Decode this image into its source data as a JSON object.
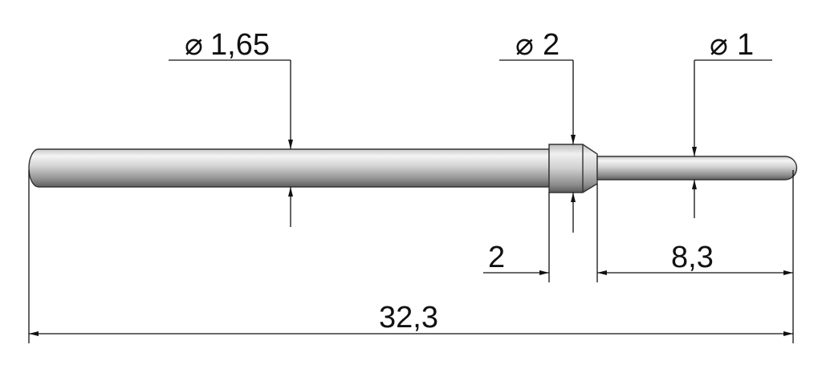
{
  "dimensions": {
    "dia_shaft": "1,65",
    "dia_collar": "2",
    "dia_tip": "1",
    "len_collar": "2",
    "len_tip": "8,3",
    "len_total": "32,3"
  },
  "symbols": {
    "diameter": "⌀"
  }
}
